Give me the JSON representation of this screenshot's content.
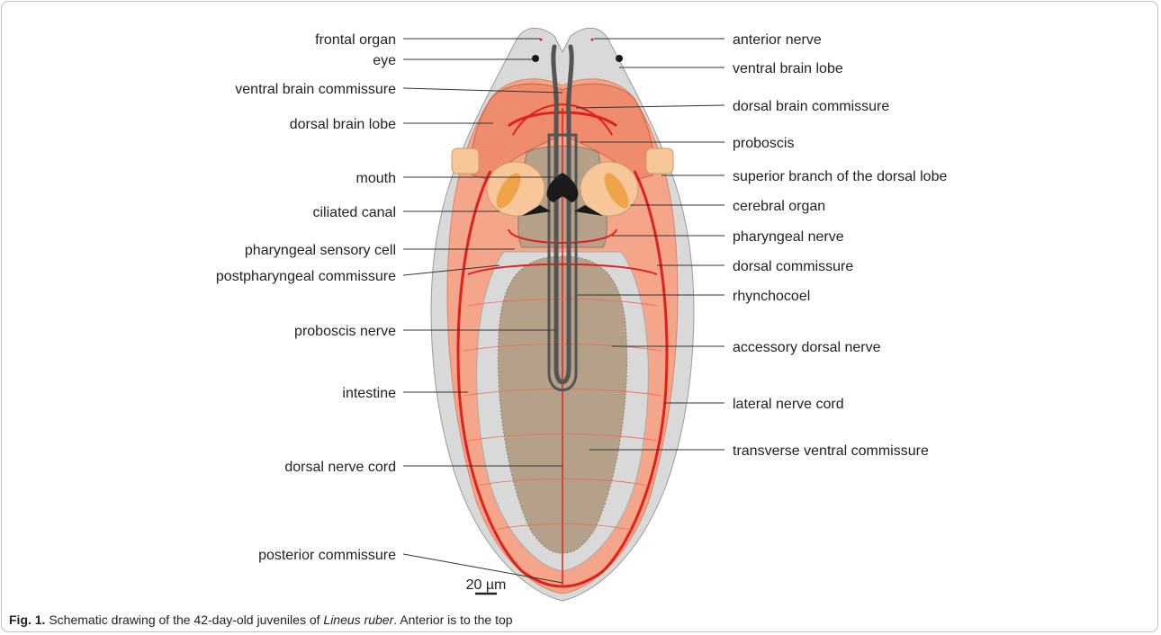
{
  "figure": {
    "labels_left": [
      "frontal organ",
      "eye",
      "ventral brain commissure",
      "dorsal brain lobe",
      "mouth",
      "ciliated canal",
      "pharyngeal sensory cell",
      "postpharyngeal commissure",
      "proboscis nerve",
      "intestine",
      "dorsal nerve cord",
      "posterior commissure"
    ],
    "labels_right": [
      "anterior nerve",
      "ventral brain lobe",
      "dorsal brain commissure",
      "proboscis",
      "superior branch of the dorsal lobe",
      "cerebral organ",
      "pharyngeal nerve",
      "dorsal commissure",
      "rhynchocoel",
      "accessory dorsal nerve",
      "lateral nerve cord",
      "transverse ventral commissure"
    ],
    "scale_bar": "20 µm"
  },
  "caption": {
    "label": "Fig. 1.",
    "text_before": " Schematic drawing of the 42-day-old juveniles of ",
    "species": "Lineus ruber",
    "text_after": ". Anterior is to the top"
  },
  "colors": {
    "epidermis": "#d9d9d9",
    "body": "#f5a58a",
    "brain": "#f08c6e",
    "nerve": "#e0201a",
    "intestine": "#b5a08a",
    "cerebral_organ": "#f7c79a",
    "proboscis": "#555555",
    "mouth": "#1a1a1a"
  }
}
